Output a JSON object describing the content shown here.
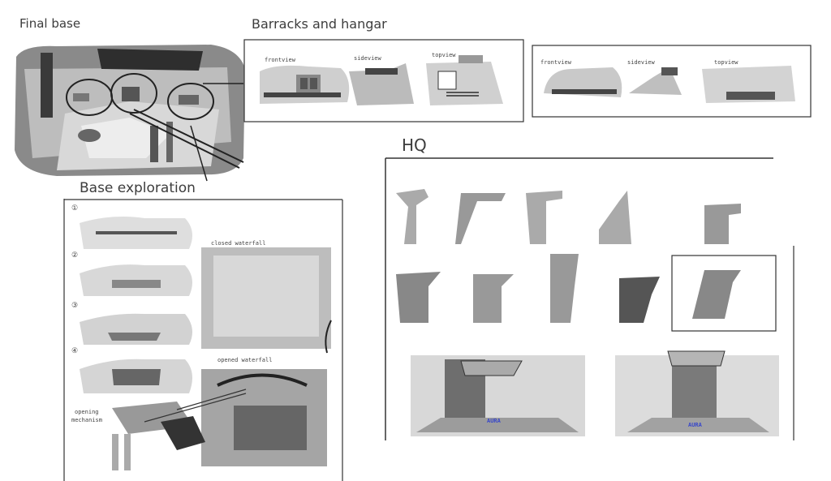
{
  "sections": {
    "final_base": {
      "title": "Final base"
    },
    "barracks": {
      "title": "Barracks and hangar",
      "views_a": {
        "front": "frontview",
        "side": "sideview",
        "top": "topview"
      },
      "views_b": {
        "front": "frontview",
        "side": "sideview",
        "top": "topview"
      }
    },
    "exploration": {
      "title": "Base exploration",
      "steps": [
        "①",
        "②",
        "③",
        "④"
      ],
      "closed_label": "closed waterfall",
      "opened_label": "opened waterfall",
      "mechanism_label_1": "opening",
      "mechanism_label_2": "mechanism"
    },
    "hq": {
      "title": "HQ",
      "logo_text_1": "AURA",
      "logo_text_2": "AURA"
    }
  },
  "colors": {
    "ink": "#3d3d3d",
    "paper": "#ffffff",
    "shade_dark": "#4a4a4a",
    "shade_mid": "#9a9a9a",
    "shade_light": "#d6d6d6",
    "logo_blue": "#3a49c9"
  }
}
